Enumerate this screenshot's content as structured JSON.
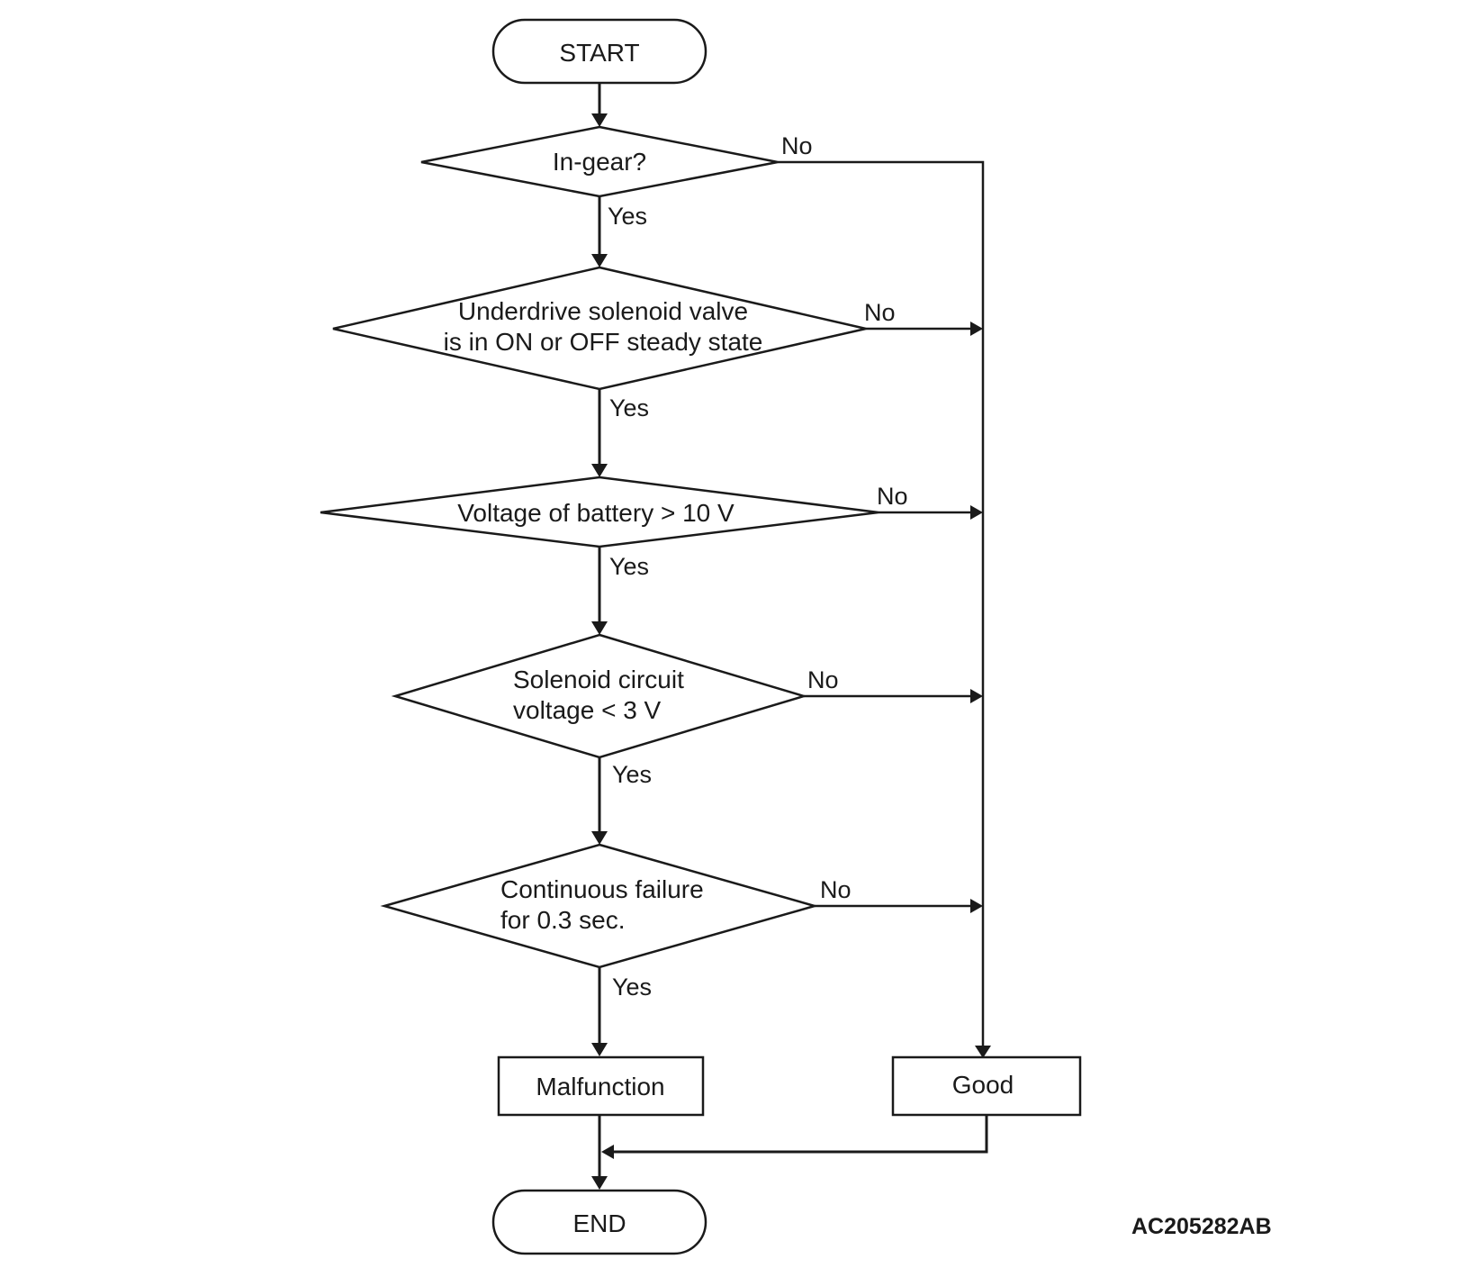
{
  "nodes": {
    "start": "START",
    "q1": "In-gear?",
    "q2": [
      "Underdrive solenoid valve",
      "is in ON or OFF steady state"
    ],
    "q3": "Voltage of battery > 10 V",
    "q4": [
      "Solenoid circuit",
      "voltage < 3 V"
    ],
    "q5": [
      "Continuous failure",
      "for 0.3 sec."
    ],
    "malfunction": "Malfunction",
    "good": "Good",
    "end": "END"
  },
  "labels": {
    "yes": "Yes",
    "no": "No"
  },
  "figure_code": "AC205282AB"
}
